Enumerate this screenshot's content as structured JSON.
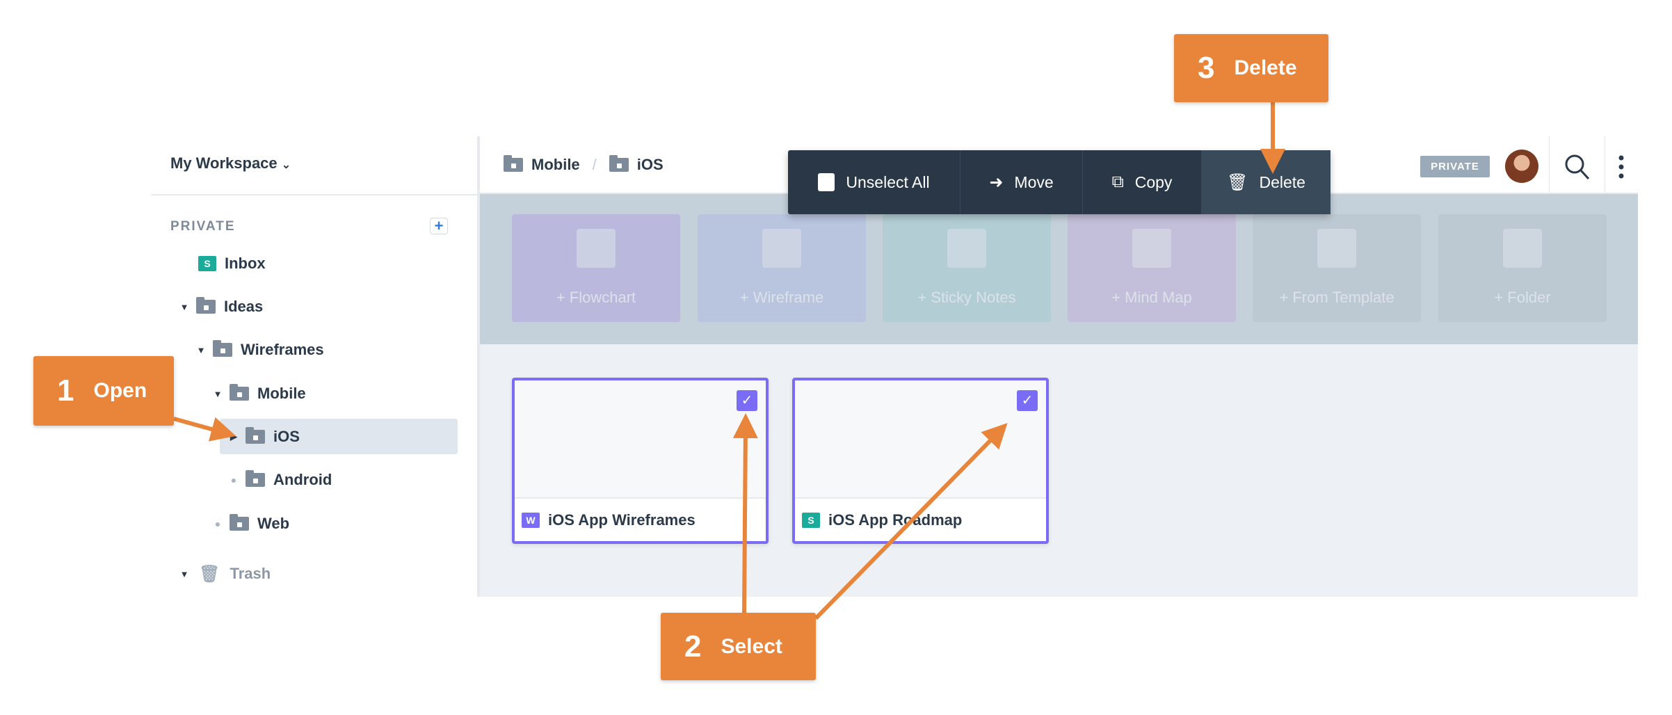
{
  "sidebar": {
    "workspace": "My Workspace",
    "section": "PRIVATE",
    "add": "+",
    "items": [
      {
        "label": "Inbox",
        "badge": "S"
      },
      {
        "label": "Ideas"
      },
      {
        "label": "Wireframes"
      },
      {
        "label": "Mobile"
      },
      {
        "label": "iOS"
      },
      {
        "label": "Android"
      },
      {
        "label": "Web"
      },
      {
        "label": "Trash"
      }
    ]
  },
  "header": {
    "breadcrumb": [
      "Mobile",
      "iOS"
    ],
    "separator": "/",
    "badge": "PRIVATE"
  },
  "toolbar": {
    "unselect": "Unselect All",
    "move": "Move",
    "copy": "Copy",
    "delete": "Delete"
  },
  "templates": [
    "+ Flowchart",
    "+ Wireframe",
    "+ Sticky Notes",
    "+ Mind Map",
    "+ From Template",
    "+ Folder"
  ],
  "cards": [
    {
      "title": "iOS App Wireframes",
      "badge": "W"
    },
    {
      "title": "iOS App Roadmap",
      "badge": "S"
    }
  ],
  "callouts": [
    {
      "n": "1",
      "text": "Open"
    },
    {
      "n": "2",
      "text": "Select"
    },
    {
      "n": "3",
      "text": "Delete"
    }
  ],
  "colors": {
    "accent": "#7b6cf6",
    "callout": "#e8853a",
    "teal": "#1aab9b"
  }
}
